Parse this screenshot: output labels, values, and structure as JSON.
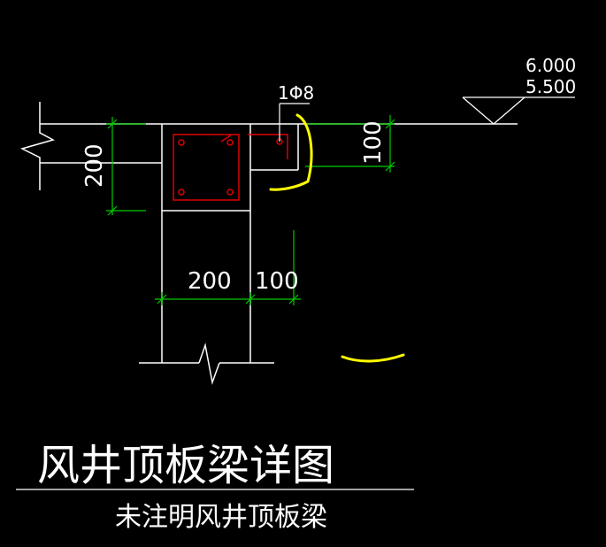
{
  "drawing": {
    "title": "风井顶板梁详图",
    "subtitle": "未注明风井顶板梁",
    "elevations": [
      "6.000",
      "5.500"
    ],
    "rebar_label": "1Φ8",
    "dimensions": {
      "slab_thickness": "200",
      "wall_width": "200",
      "ledge_width": "100",
      "ledge_height": "100"
    }
  },
  "colors": {
    "background": "#000000",
    "outline": "#ffffff",
    "dimension": "#00cc00",
    "rebar": "#e00000",
    "markup": "#ffff00"
  }
}
